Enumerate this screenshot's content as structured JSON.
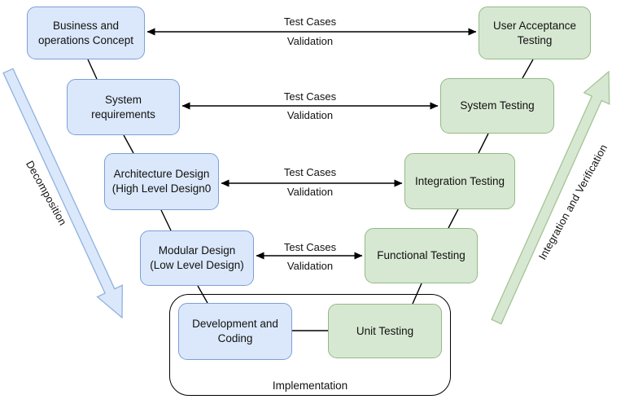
{
  "diagram_type": "v-model-software-development-lifecycle",
  "colors": {
    "left_box_fill": "#dbe8fb",
    "left_box_border": "#7d9fd6",
    "right_box_fill": "#d7e8d2",
    "right_box_border": "#94b884",
    "connector": "#000000",
    "decomposition_arrow_fill": "#dbe8fb",
    "integration_arrow_fill": "#d7e8d2",
    "background": "#ffffff"
  },
  "levels": [
    {
      "left_box": "Business and\noperations Concept",
      "right_box": "User Acceptance\nTesting",
      "arrow_top_label": "Test Cases",
      "arrow_bottom_label": "Validation"
    },
    {
      "left_box": "System requirements",
      "right_box": "System Testing",
      "arrow_top_label": "Test Cases",
      "arrow_bottom_label": "Validation"
    },
    {
      "left_box": "Architecture Design\n(High Level Design0",
      "right_box": "Integration Testing",
      "arrow_top_label": "Test Cases",
      "arrow_bottom_label": "Validation"
    },
    {
      "left_box": "Modular Design\n(Low Level Design)",
      "right_box": "Functional Testing",
      "arrow_top_label": "Test Cases",
      "arrow_bottom_label": "Validation"
    }
  ],
  "implementation": {
    "label": "Implementation",
    "left_box": "Development and\nCoding",
    "right_box": "Unit Testing"
  },
  "side_labels": {
    "left": "Decomposition",
    "right": "Integration and Verification"
  }
}
